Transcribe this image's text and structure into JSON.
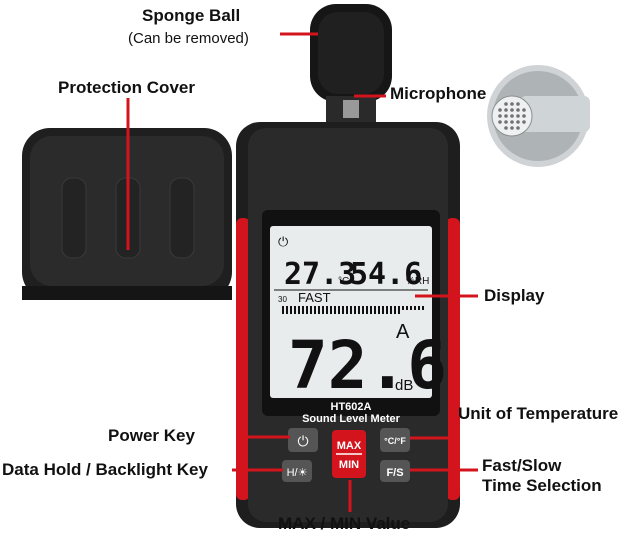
{
  "labels": {
    "sponge_ball": "Sponge Ball",
    "sponge_ball_note": "(Can be removed)",
    "protection_cover": "Protection Cover",
    "microphone": "Microphone",
    "display": "Display",
    "unit_of_temperature": "Unit of Temperature",
    "power_key": "Power Key",
    "data_hold_backlight_key": "Data Hold / Backlight Key",
    "fast_slow_line1": "Fast/Slow",
    "fast_slow_line2": "Time Selection",
    "max_min_value": "MAX / MIN Value"
  },
  "device": {
    "model": "HT602A",
    "name": "Sound Level Meter",
    "lcd": {
      "temperature": "27.3",
      "temperature_unit": "°C",
      "humidity": "54.6",
      "humidity_unit": "%RH",
      "mode": "FAST",
      "scale_min": "30",
      "reading": "72.6",
      "weighting": "A",
      "unit": "dB"
    },
    "buttons": {
      "power": "⏻",
      "hold_backlight": "H/☀",
      "unit": "°C/°F",
      "max": "MAX",
      "min": "MIN",
      "fast_slow": "F/S"
    }
  },
  "colors": {
    "accent": "#d4141c",
    "body": "#2a2a2a",
    "lcd": "#e9ecec"
  }
}
